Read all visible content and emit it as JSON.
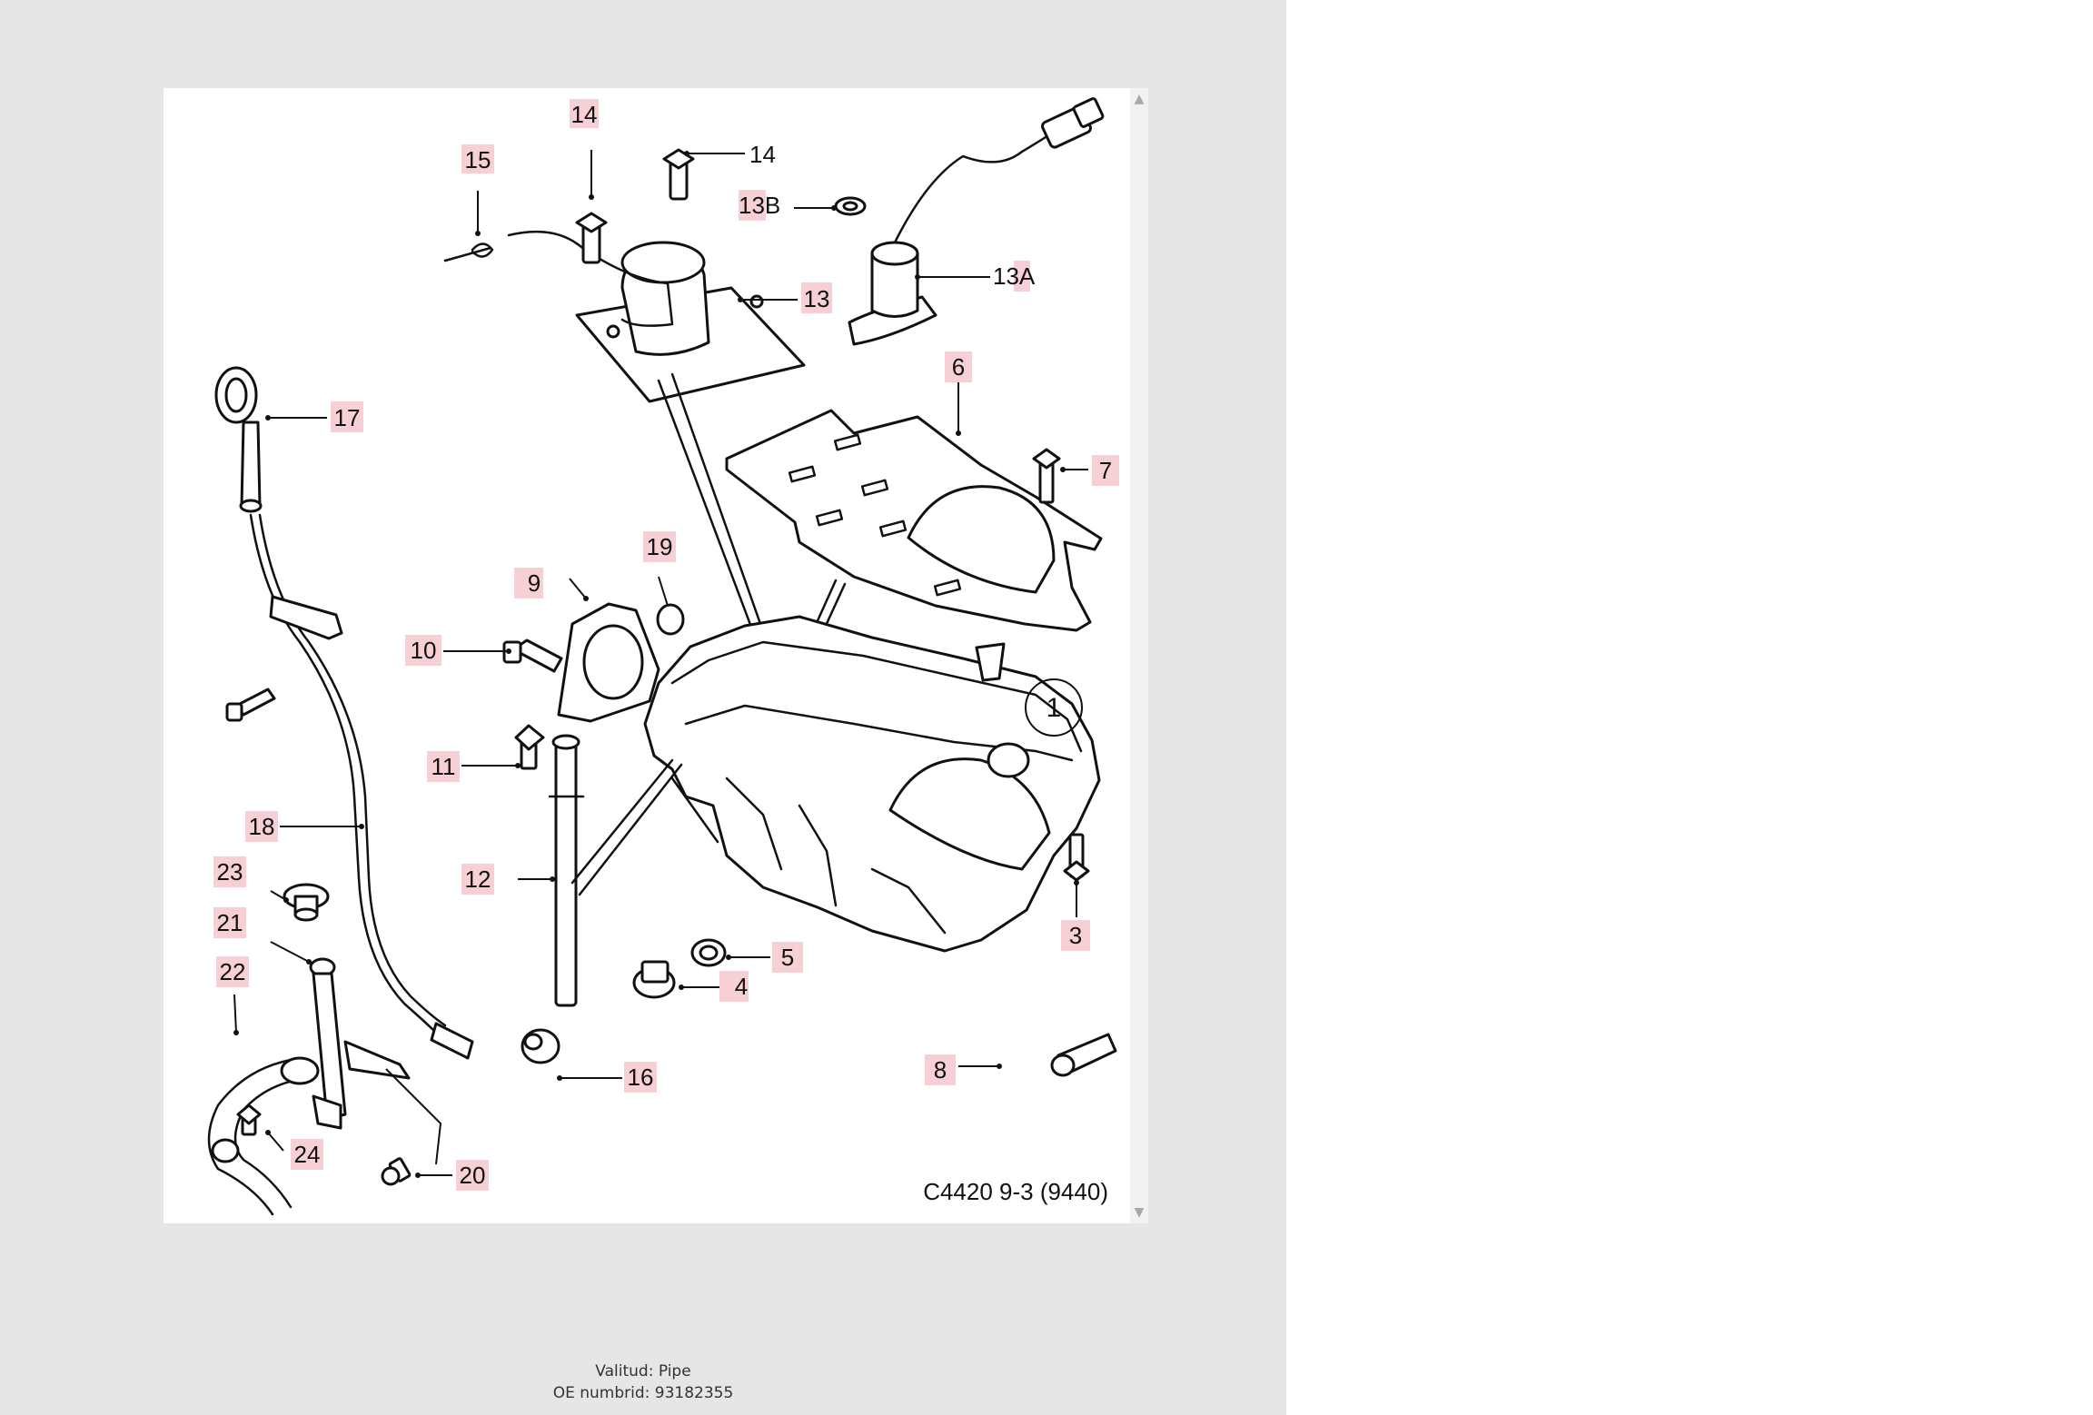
{
  "diagram": {
    "drawing_code": "C4420 9-3 (9440)",
    "callouts": {
      "c1": "1",
      "c3": "3",
      "c4": "4",
      "c5": "5",
      "c6": "6",
      "c7": "7",
      "c8": "8",
      "c9": "9",
      "c10": "10",
      "c11": "11",
      "c12": "12",
      "c13": "13",
      "c13a": "13A",
      "c13b": "13B",
      "c14a": "14",
      "c14b": "14",
      "c15": "15",
      "c16": "16",
      "c17": "17",
      "c18": "18",
      "c19": "19",
      "c20": "20",
      "c21": "21",
      "c22": "22",
      "c23": "23",
      "c24": "24"
    }
  },
  "caption": {
    "line1": "Valitud: Pipe",
    "line2": "OE numbrid: 93182355"
  },
  "scrollbar": {
    "up_icon": "▲",
    "down_icon": "▼"
  },
  "colors": {
    "highlight": "#f7d0d6",
    "panel_bg": "#e6e6e6",
    "line": "#111111"
  }
}
